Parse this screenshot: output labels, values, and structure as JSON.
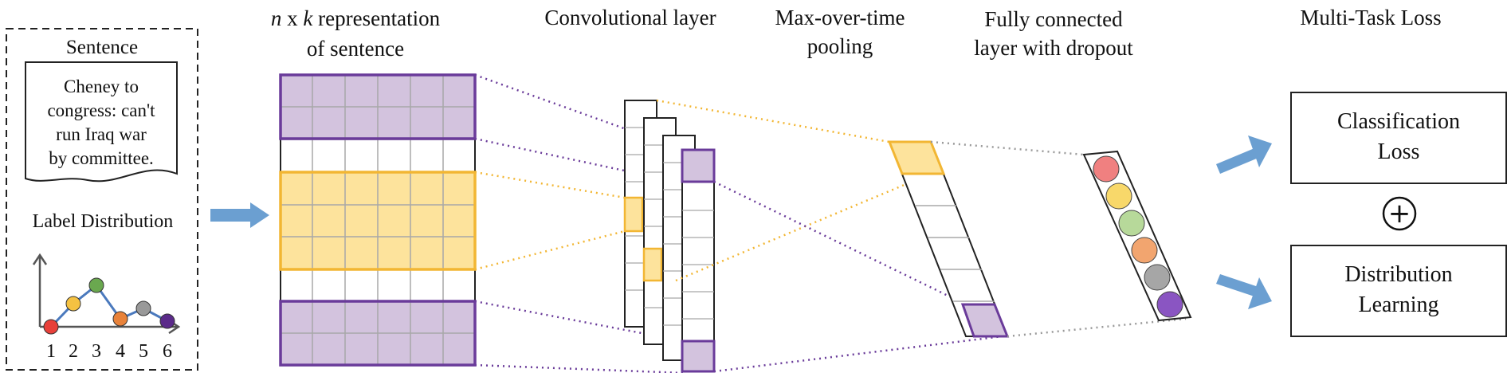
{
  "input_panel": {
    "sentence_title": "Sentence",
    "sentence_lines": [
      "Cheney to",
      "congress: can't",
      "run Iraq war",
      "by committee."
    ],
    "label_distribution_title": "Label Distribution",
    "axis_numbers": [
      "1",
      "2",
      "3",
      "4",
      "5",
      "6"
    ]
  },
  "stage_labels": {
    "representation_line1_var1": "n",
    "representation_line1_mid": " x ",
    "representation_line1_var2": "k",
    "representation_line1_rest": " representation",
    "representation_line2": "of sentence",
    "conv": "Convolutional layer",
    "pool_line1": "Max-over-time",
    "pool_line2": "pooling",
    "fc_line1": "Fully connected",
    "fc_line2": "layer with dropout",
    "loss_title": "Multi-Task Loss"
  },
  "loss_boxes": {
    "classification_line1": "Classification",
    "classification_line2": "Loss",
    "plus_symbol": "+",
    "distribution_line1": "Distribution",
    "distribution_line2": "Learning"
  },
  "colors": {
    "purple_fill": "#d3c3de",
    "purple_border": "#6a3b9a",
    "yellow_fill": "#fde39c",
    "yellow_border": "#f2b633",
    "arrow_blue": "#6b9fd1",
    "grid_line": "#a8a8a8",
    "dot_colors": [
      "#e8403a",
      "#f5c242",
      "#6aa84f",
      "#e8823a",
      "#999999",
      "#5b2a8a"
    ],
    "softmax_colors": [
      "#f08080",
      "#f8d86a",
      "#b7d99a",
      "#f2a56f",
      "#a6a6a6",
      "#8a55c2"
    ]
  }
}
